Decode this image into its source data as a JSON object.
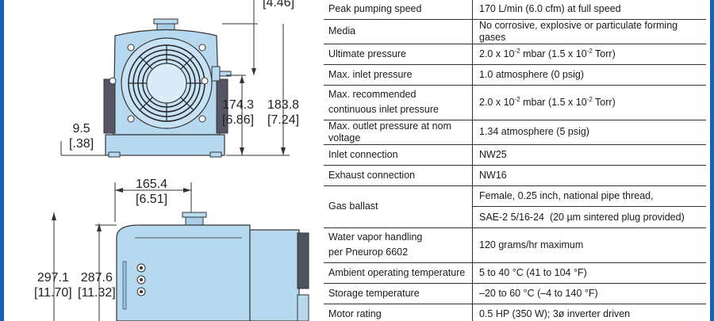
{
  "dimensions": {
    "top_bracket": "[4.46]",
    "d1743": "174.3",
    "d1743_in": "[6.86]",
    "d1838": "183.8",
    "d1838_in": "[7.24]",
    "d95": "9.5",
    "d95_in": "[.38]",
    "d1654": "165.4",
    "d1654_in": "[6.51]",
    "d2971": "297.1",
    "d2971_in": "[11.70]",
    "d2876": "287.6",
    "d2876_in": "[11.32]"
  },
  "specs": [
    {
      "label": "Peak pumping speed",
      "value": "170 L/min (6.0 cfm) at full speed"
    },
    {
      "label": "Media",
      "value": "No corrosive, explosive or particulate forming gases"
    },
    {
      "label": "Ultimate pressure",
      "value_a": "2.0 x 10",
      "value_a_exp": "-2",
      "value_b": " mbar (1.5 x 10",
      "value_b_exp": "-2",
      "value_c": " Torr)"
    },
    {
      "label": "Max. inlet pressure",
      "value": "1.0 atmosphere (0 psig)"
    },
    {
      "label_line1": "Max. recommended",
      "label_line2": "continuous inlet pressure",
      "value_a": "2.0 x 10",
      "value_a_exp": "-2",
      "value_b": " mbar (1.5 x 10",
      "value_b_exp": "-2",
      "value_c": " Torr)"
    },
    {
      "label": "Max. outlet pressure at nom voltage",
      "value": "1.34 atmosphere (5 psig)"
    },
    {
      "label": "Inlet connection",
      "value": "NW25"
    },
    {
      "label": "Exhaust connection",
      "value": "NW16"
    },
    {
      "label": "Gas ballast",
      "value_line1": "Female, 0.25 inch, national pipe thread,",
      "value_line2": "SAE-2 5/16-24  (20 µm sintered plug provided)"
    },
    {
      "label_line1": "Water vapor handling",
      "label_line2": "per Pneurop 6602",
      "value": "120 grams/hr maximum"
    },
    {
      "label": "Ambient operating temperature",
      "value": "5 to 40 °C (41 to 104 °F)"
    },
    {
      "label": "Storage temperature",
      "value": "–20 to 60 °C (–4 to 140 °F)"
    },
    {
      "label": "Motor rating",
      "value": "0.5 HP (350 W); 3ø inverter driven"
    }
  ]
}
